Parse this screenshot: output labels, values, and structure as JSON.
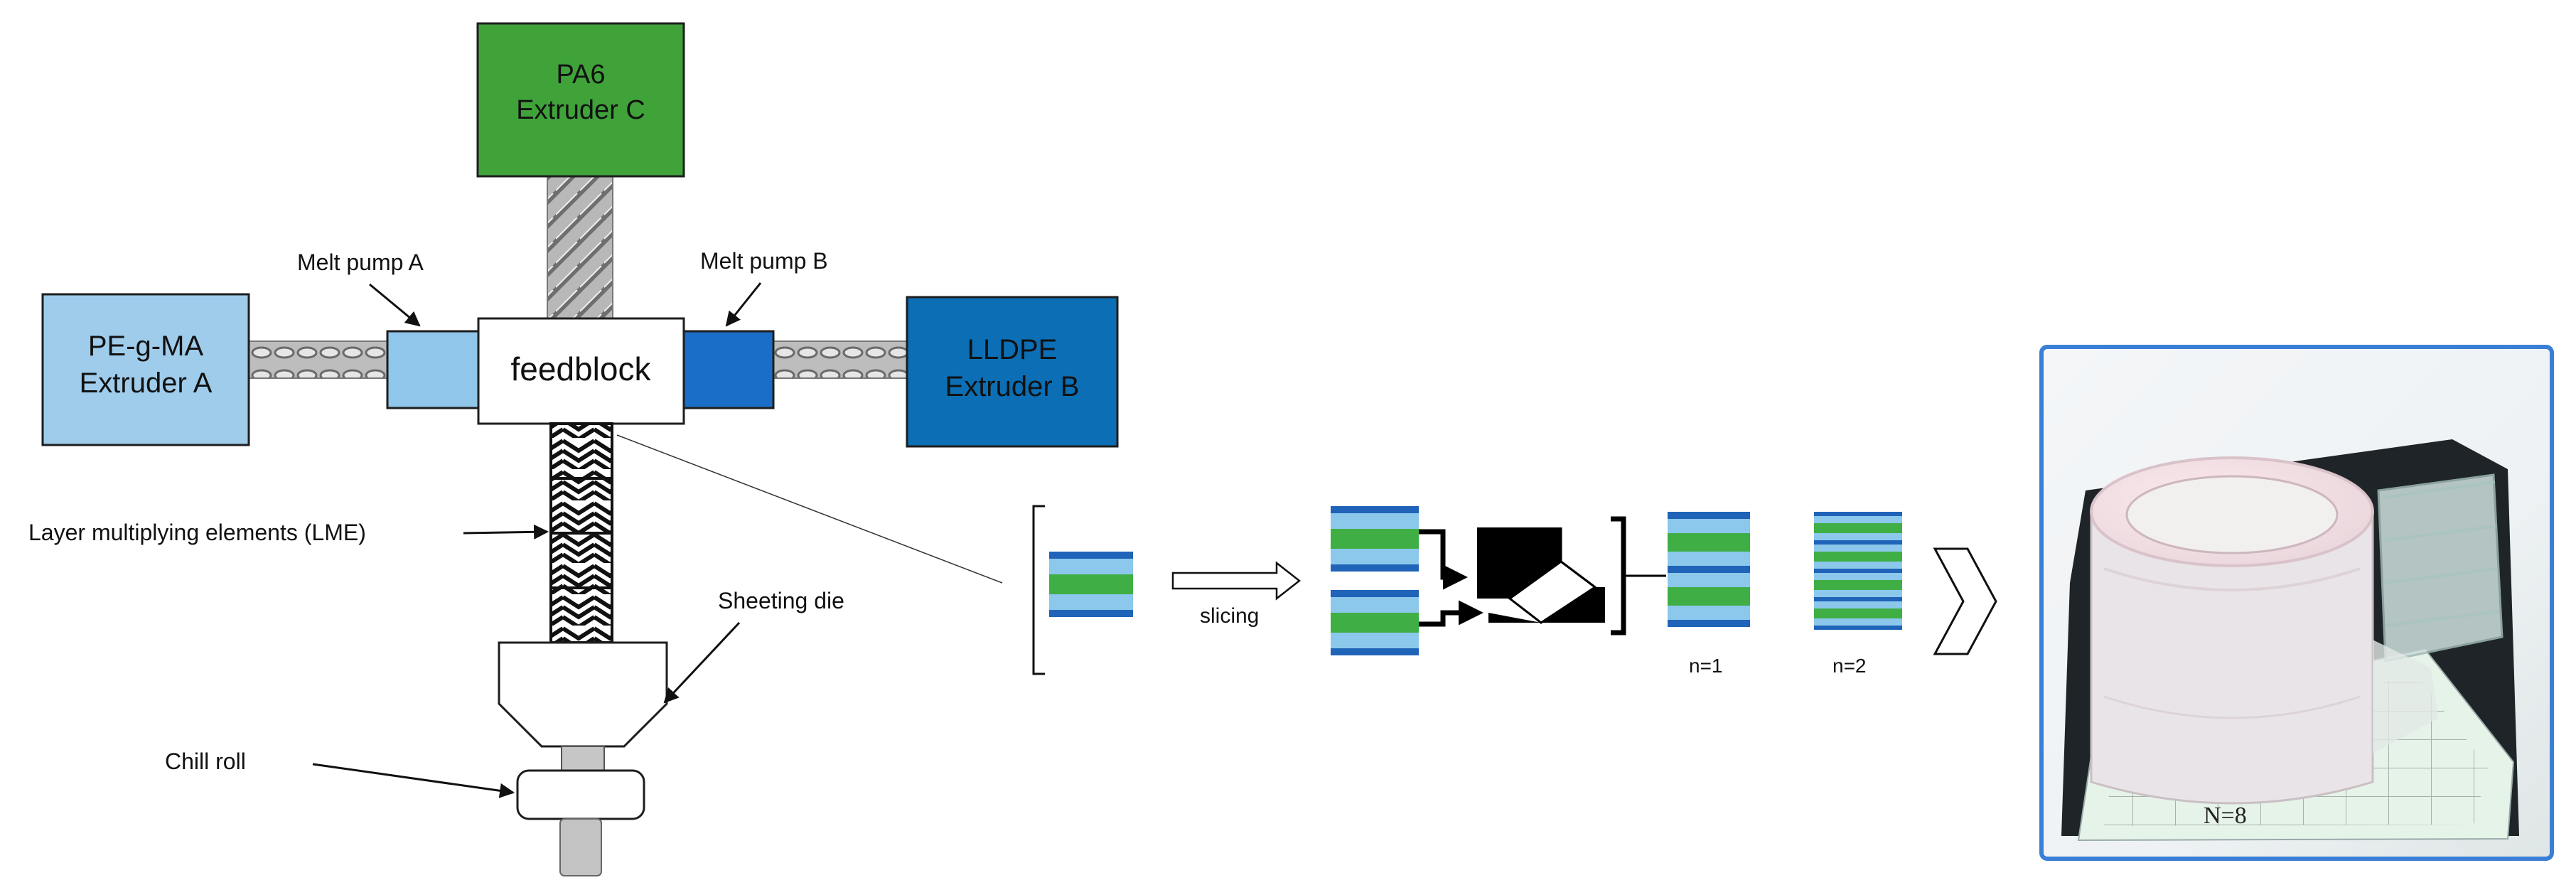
{
  "extruders": {
    "c": {
      "line1": "PA6",
      "line2": "Extruder C",
      "color": "#3fa33a"
    },
    "a": {
      "line1": "PE-g-MA",
      "line2": "Extruder A",
      "color": "#9fcceb"
    },
    "b": {
      "line1": "LLDPE",
      "line2": "Extruder B",
      "color": "#0c6eb4"
    }
  },
  "feedblock": "feedblock",
  "labels": {
    "melt_pump_a": "Melt pump A",
    "melt_pump_b": "Melt pump B",
    "lme": "Layer multiplying elements (LME)",
    "sheeting_die": "Sheeting die",
    "chill_roll": "Chill roll",
    "slicing": "slicing",
    "n1": "n=1",
    "n2": "n=2",
    "photo_caption": "N=8"
  },
  "colors": {
    "pump_a": "#8fc6ea",
    "pump_b": "#1a6ec7",
    "layer_green": "#3fae45",
    "layer_light_blue": "#8cc8ec",
    "layer_dark_blue": "#1f64b8",
    "photo_border": "#3a7fd6"
  }
}
